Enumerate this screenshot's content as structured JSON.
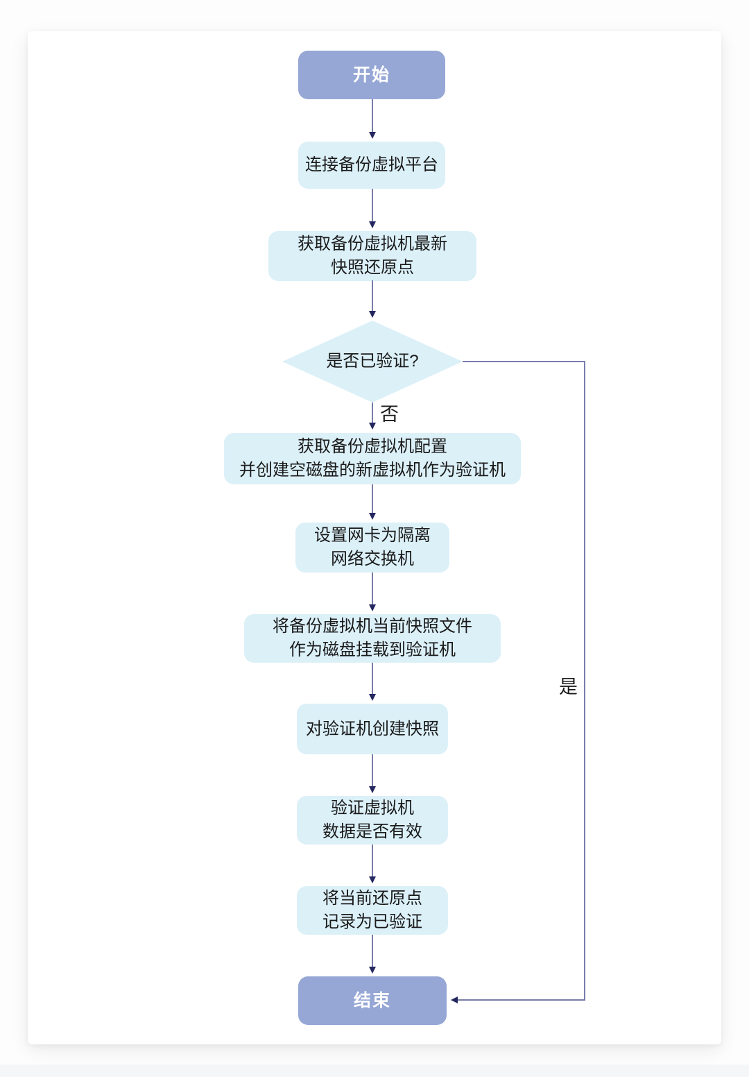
{
  "flowchart": {
    "nodes": {
      "start": {
        "label": "开始",
        "type": "terminal"
      },
      "connect": {
        "label": "连接备份虚拟平台",
        "type": "process"
      },
      "get_restore_point": {
        "label": "获取备份虚拟机最新\n快照还原点",
        "type": "process"
      },
      "verified_decision": {
        "label": "是否已验证?",
        "type": "decision"
      },
      "create_validation_vm": {
        "label": "获取备份虚拟机配置\n并创建空磁盘的新虚拟机作为验证机",
        "type": "process"
      },
      "set_isolated_nic": {
        "label": "设置网卡为隔离\n网络交换机",
        "type": "process"
      },
      "mount_snapshot": {
        "label": "将备份虚拟机当前快照文件\n作为磁盘挂载到验证机",
        "type": "process"
      },
      "create_snapshot": {
        "label": "对验证机创建快照",
        "type": "process"
      },
      "validate_data": {
        "label": "验证虚拟机\n数据是否有效",
        "type": "process"
      },
      "record_verified": {
        "label": "将当前还原点\n记录为已验证",
        "type": "process"
      },
      "end": {
        "label": "结束",
        "type": "terminal"
      }
    },
    "edge_labels": {
      "no": "否",
      "yes": "是"
    },
    "edges": [
      {
        "from": "start",
        "to": "connect"
      },
      {
        "from": "connect",
        "to": "get_restore_point"
      },
      {
        "from": "get_restore_point",
        "to": "verified_decision"
      },
      {
        "from": "verified_decision",
        "to": "create_validation_vm",
        "label": "否"
      },
      {
        "from": "create_validation_vm",
        "to": "set_isolated_nic"
      },
      {
        "from": "set_isolated_nic",
        "to": "mount_snapshot"
      },
      {
        "from": "mount_snapshot",
        "to": "create_snapshot"
      },
      {
        "from": "create_snapshot",
        "to": "validate_data"
      },
      {
        "from": "validate_data",
        "to": "record_verified"
      },
      {
        "from": "record_verified",
        "to": "end"
      },
      {
        "from": "verified_decision",
        "to": "end",
        "label": "是"
      }
    ],
    "colors": {
      "terminal_fill": "#96a7d5",
      "terminal_text": "#ffffff",
      "process_fill": "#dcf0f8",
      "decision_fill": "#dcf0f8",
      "process_text": "#1a1a1a",
      "line": "#787daa",
      "arrowhead": "#23265f"
    }
  }
}
